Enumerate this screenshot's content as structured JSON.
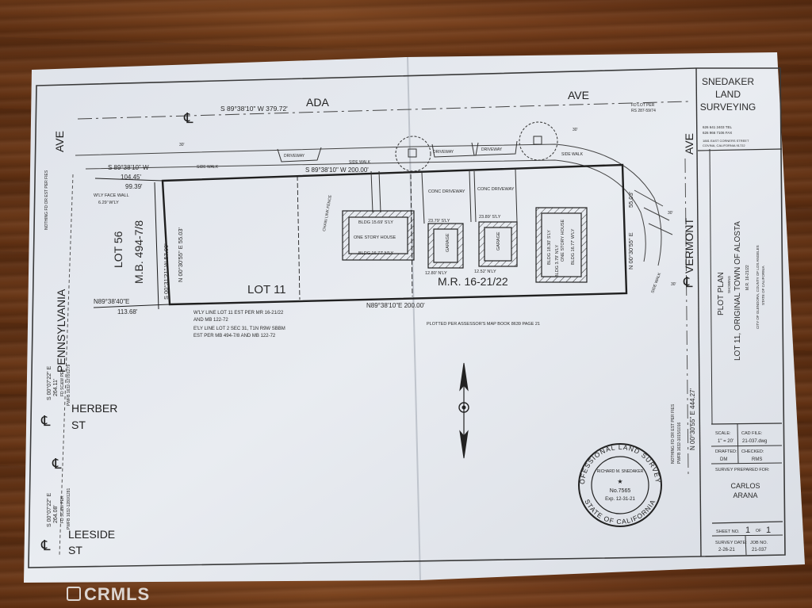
{
  "streets": {
    "ada": "ADA",
    "ave_top": "AVE",
    "ave_left": "AVE",
    "ave_right": "AVE",
    "pennsylvania": "PENNSYLVANIA",
    "herber": "HERBER",
    "leeside": "LEESIDE",
    "st": "ST",
    "vermont": "VERMONT"
  },
  "centerline_symbol": "℄",
  "labels": {
    "top_bearing": "S 89°38'10\" W   379.72'",
    "fd_lot_top": "FD LOT PER",
    "rs_top": "RS 287-59/74",
    "driveway": "DRIVEWAY",
    "side_walk": "SIDE WALK",
    "left_bearing": "S 89°38'10\" W",
    "d104": "104.45'",
    "d9939": "99.39'",
    "face_wall": "W'LY FACE WALL",
    "face_wall2": "6.29' W'LY",
    "inner_bearing": "S 89°38'10\" W   200.00'",
    "lot56": "LOT 56",
    "mb": "M.B. 494-7/8",
    "west_line": "S 00°31'21\" W   57.00'",
    "west_line2": "N 00°30'55\" E   55.03'",
    "chain_fence": "CHAIN LINK FENCE",
    "bldg_top": "BLDG 15.69' S'LY",
    "house": "ONE STORY HOUSE",
    "bldg_bot": "BLDG 16.77' N'LY",
    "conc_driveway": "CONC DRIVEWAY",
    "d2379": "23.79' S'LY",
    "d2389": "23.89' S'LY",
    "garage": "GARAGE",
    "d1280": "12.80' N'LY",
    "d1252": "12.52' N'LY",
    "bldg_r1": "BLDG 18.30' S'LY",
    "bldg_r2": "BLDG 16.77' W'LY",
    "bldg_r3": "BLDG 3.79' N'LY",
    "east_line": "N 00°30'55\" E",
    "east_dist": "55.03'",
    "lot11": "LOT 11",
    "mr": "M.R. 16-21/22",
    "sw_corner": "N89°38'40\"E",
    "d11368": "113.68'",
    "south_bearing": "N89°38'10\"E  200.00'",
    "wly_line": "W'LY LINE LOT 11 EST PER MR 16-21/22",
    "wly_line2": "AND MB 122-72",
    "ely_line": "E'LY LINE LOT 2 SEC 31, T1N R9W SBBM",
    "ely_line2": "EST PER MB 494-7/8 AND MB 122-72",
    "plotted": "PLOTTED PER ASSESSOR'S MAP BOOK 8639 PAGE 21",
    "d30a": "30'",
    "d30b": "30'",
    "d30c": "30'",
    "d30d": "30'",
    "nothing": "NOTHING FD OR EST PER FIES",
    "penn_bearing1": "S 00°07'22\" E",
    "penn_dist1": "264.11'",
    "penn_fd1": "FD SC&W PER",
    "penn_pwfb1": "PWFB 1632-1278/1279",
    "penn_bearing2": "S 00°07'22\" E",
    "penn_dist2": "264.08'",
    "penn_fd2": "FD SC&W PER",
    "penn_pwfb2": "PWFB 1632-1280/1281",
    "vermont_nothing": "NOTHING FD OR EST PER FIES",
    "vermont_pwfb": "PWFB 1632-1015/1016",
    "vermont_bearing": "N 00°30'55\" E    444.27'",
    "side_walk_curve": "SIDE WALK"
  },
  "title_block": {
    "company1": "SNEDAKER",
    "company2": "LAND",
    "company3": "SURVEYING",
    "tel": "626 641 2403 TEL",
    "fax": "626 966 7106 FAX",
    "addr1": "1881 EAST CORNERS STREET",
    "addr2": "COVINA, CALIFORNIA 91722",
    "plot_plan": "PLOT PLAN",
    "showing": "SHOWING",
    "lot_title": "LOT 11, ORIGINAL TOWN OF ALOSTA",
    "mr_title": "M.R. 16-21/22",
    "city1": "CITY OF GLENDORA, COUNTY OF LOS ANGELES",
    "city2": "STATE OF CALIFORNIA",
    "scale_label": "SCALE:",
    "scale_value": "1\" = 20'",
    "cad_label": "CAD FILE:",
    "cad_value": "21-037.dwg",
    "drafted_label": "DRAFTED:",
    "drafted_value": "DM",
    "checked_label": "CHECKED:",
    "checked_value": "RMS",
    "prepared_label": "SURVEY PREPARED FOR:",
    "client1": "CARLOS",
    "client2": "ARANA",
    "sheet_label": "SHEET NO.",
    "sheet_no": "1",
    "sheet_of": "OF",
    "sheet_total": "1",
    "date_label": "SURVEY DATE:",
    "date_value": "2-26-21",
    "job_label": "JOB NO.",
    "job_value": "21-037"
  },
  "seal": {
    "ring_top": "PROFESSIONAL LAND SURVEYOR",
    "ring_bottom": "STATE OF CALIFORNIA",
    "name": "RICHARD M. SNEDAKER",
    "number": "No.7565",
    "exp": "Exp. 12-31-21"
  },
  "watermark": "CRMLS"
}
